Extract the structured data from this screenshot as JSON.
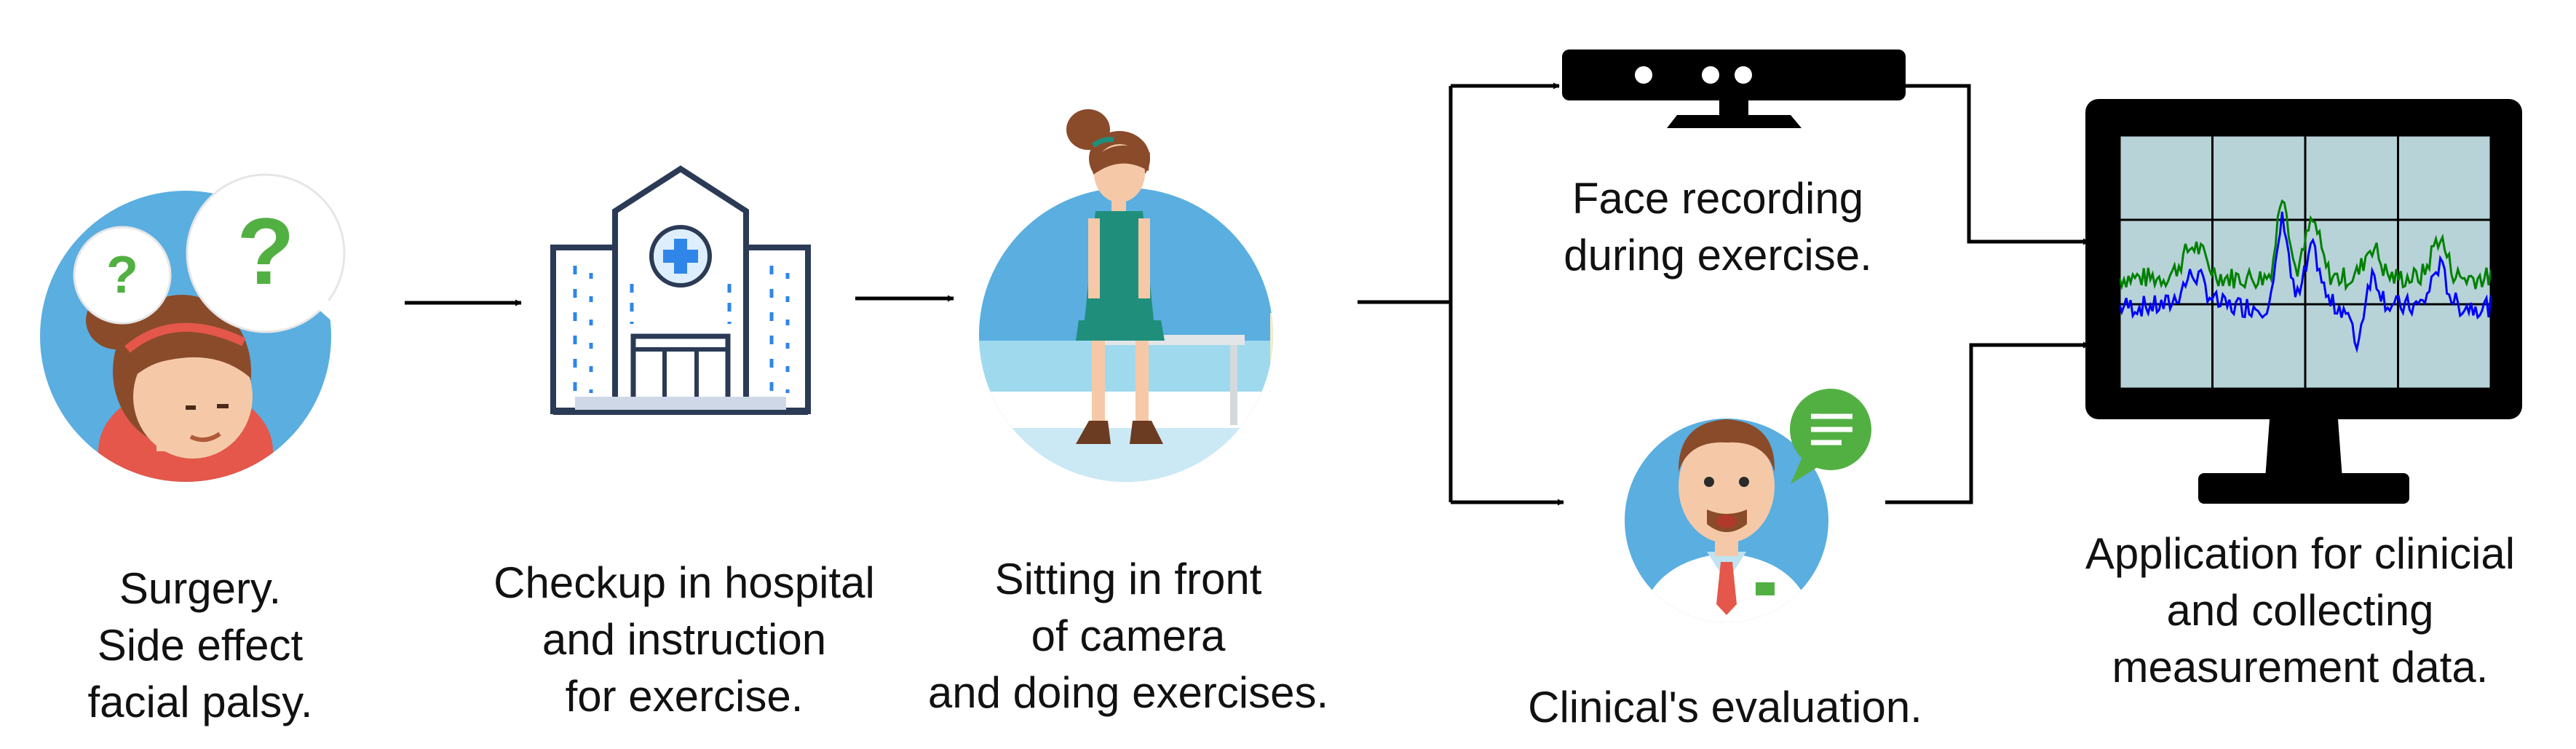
{
  "steps": {
    "surgery": {
      "lines": [
        "Surgery.",
        "Side effect",
        "facial palsy."
      ]
    },
    "checkup": {
      "lines": [
        "Checkup in hospital",
        "and instruction ",
        "for exercise."
      ]
    },
    "sitting": {
      "lines": [
        "Sitting in front",
        "of camera",
        "and doing exercises."
      ]
    },
    "recording": {
      "lines": [
        "Face recording",
        "during exercise."
      ]
    },
    "evaluation": {
      "lines": [
        "Clinical's evaluation."
      ]
    },
    "application": {
      "lines": [
        "Application for clinicial",
        "and collecting",
        "measurement data."
      ]
    }
  },
  "icons": {
    "patient": "patient-avatar-icon",
    "question": "question-mark-icon",
    "hospital": "hospital-icon",
    "person_sitting": "person-sitting-icon",
    "camera": "depth-camera-icon",
    "doctor": "doctor-avatar-icon",
    "chat": "chat-bubble-icon",
    "monitor": "monitor-icon"
  },
  "plot": {
    "series": [
      {
        "color": "#008000"
      },
      {
        "color": "#0000ff"
      }
    ],
    "grid_cols": 4,
    "grid_rows": 3
  },
  "colors": {
    "circle_blue": "#5aaee0",
    "dark_navy": "#2b3a55",
    "hospital_blue": "#2f86e8",
    "question_green": "#52b043",
    "monitor_black": "#000000",
    "plot_bg": "#b7d3d8"
  }
}
